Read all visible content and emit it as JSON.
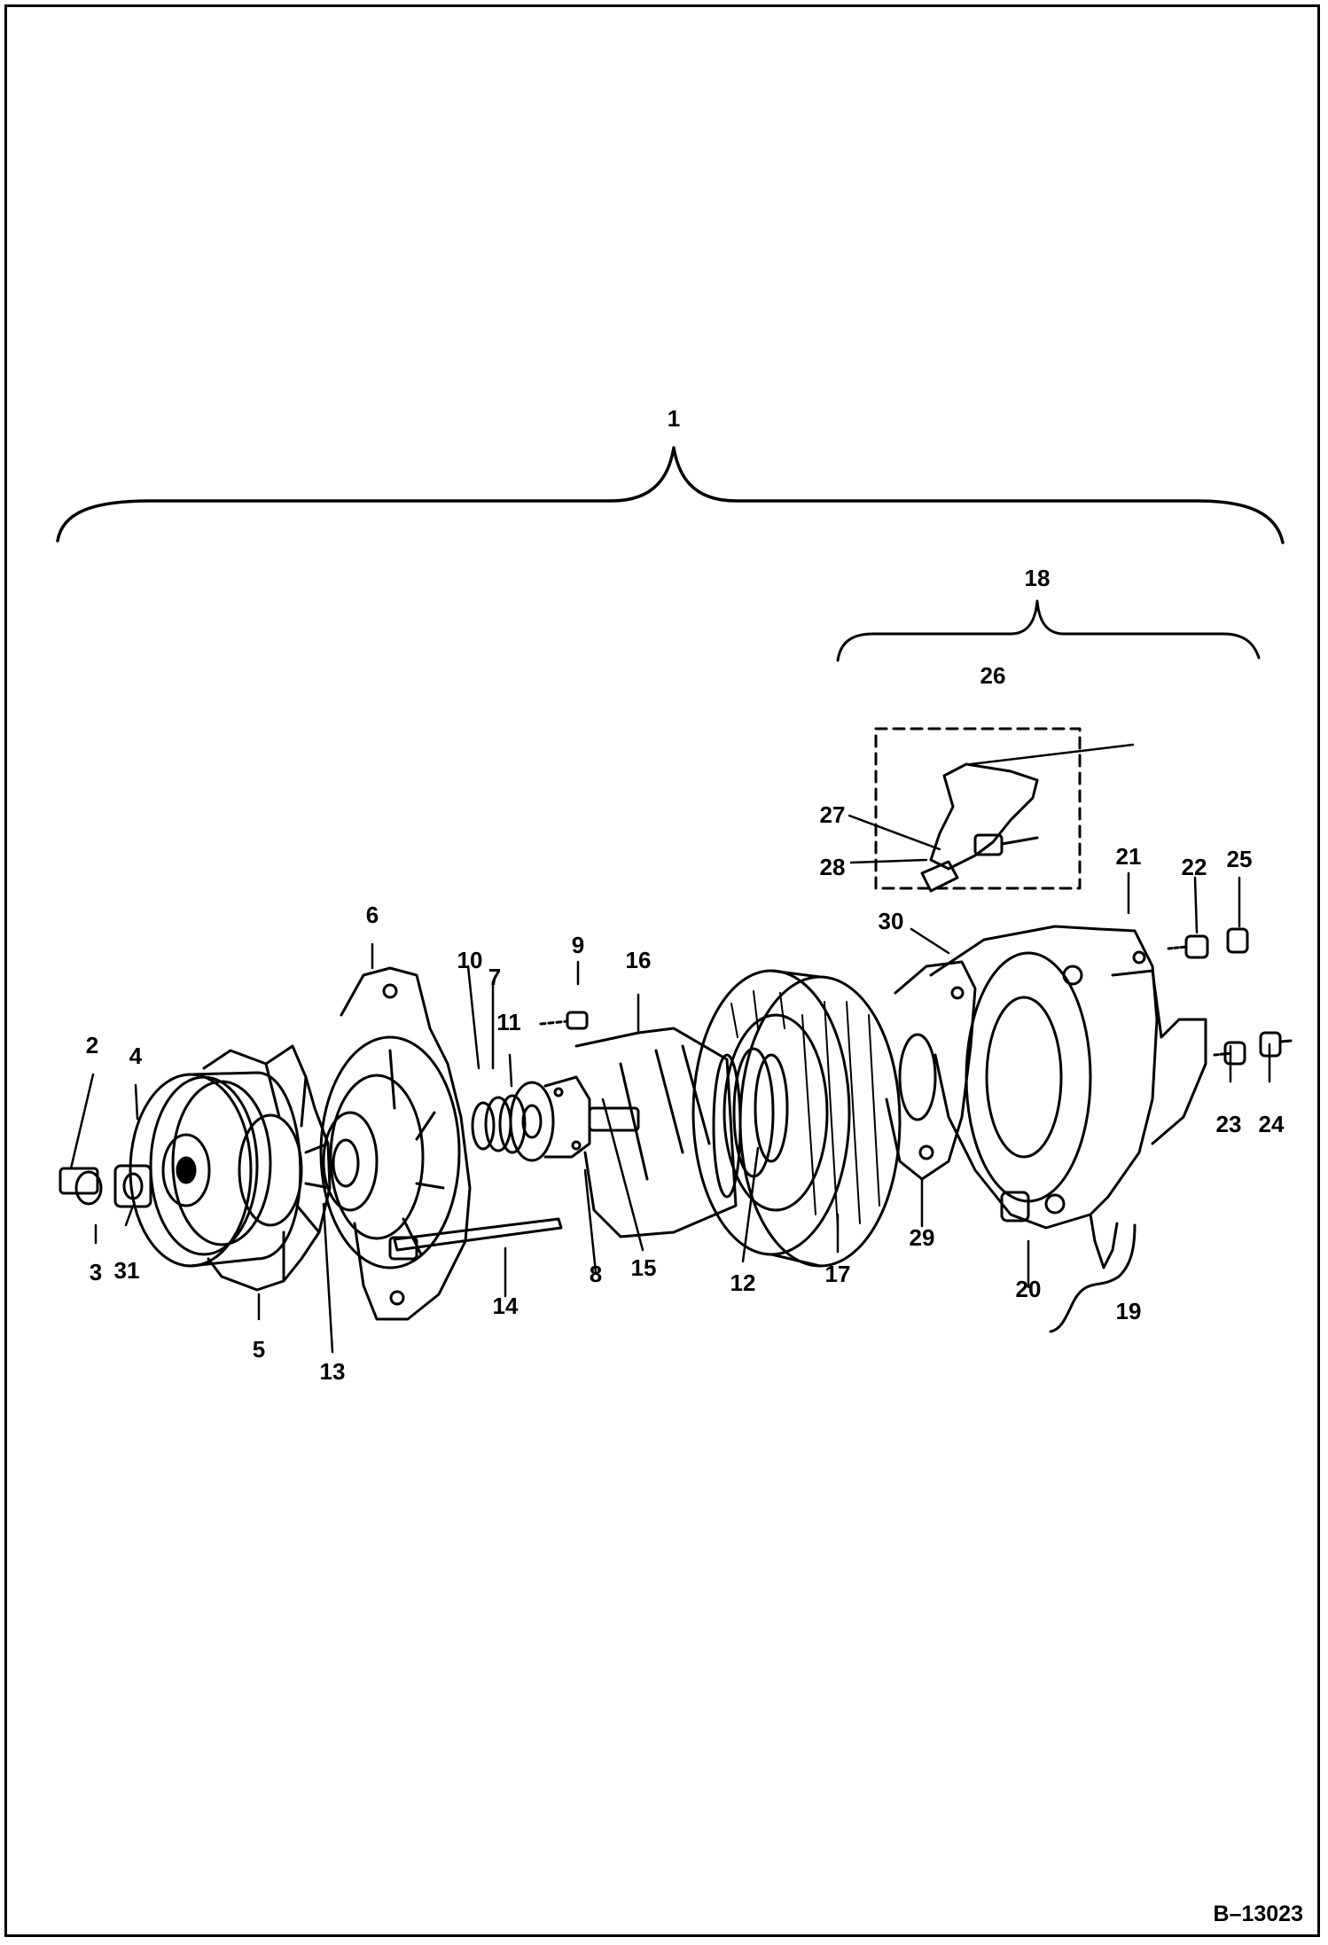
{
  "diagram": {
    "document_number": "B–13023",
    "assembly_callout": "1",
    "subassembly_callouts": [
      "18",
      "19"
    ],
    "part_callouts": [
      "2",
      "3",
      "4",
      "5",
      "6",
      "7",
      "8",
      "9",
      "10",
      "11",
      "12",
      "13",
      "14",
      "15",
      "16",
      "17",
      "20",
      "21",
      "22",
      "23",
      "24",
      "25",
      "26",
      "27",
      "28",
      "29",
      "30",
      "31"
    ]
  }
}
